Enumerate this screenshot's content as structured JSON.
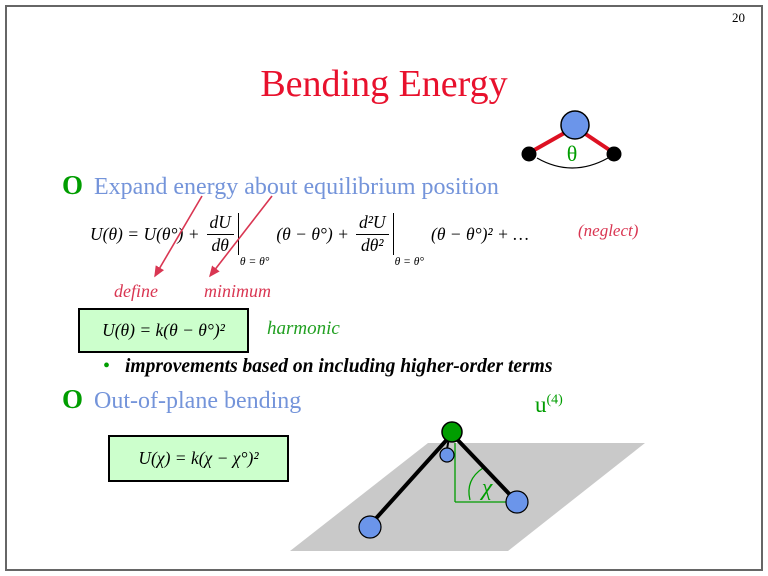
{
  "page": {
    "number": "20"
  },
  "title": "Bending Energy",
  "colors": {
    "title_red": "#e8112d",
    "annotation_red": "#d93652",
    "heading_blue": "#7494da",
    "green": "#009d00",
    "harmonic_green": "#22a022",
    "box_background": "#ccffcc",
    "plane_gray": "#c9c9c9",
    "atom_blue": "#6b95ea",
    "bond_red": "#dd1122"
  },
  "theta_diagram": {
    "angle_label": "θ"
  },
  "section1": {
    "bullet": "O",
    "label": "Expand energy about equilibrium position"
  },
  "taylor_equation": {
    "term1": "U(θ) = U(θ°) +",
    "frac1": {
      "num": "dU",
      "den": "dθ",
      "condition": "θ = θ°"
    },
    "term2": "(θ − θ°) +",
    "frac2": {
      "num": "d²U",
      "den": "dθ²",
      "condition": "θ = θ°"
    },
    "term3": "(θ − θ°)² + …",
    "neglect": "(neglect)"
  },
  "annotations": {
    "define": "define",
    "minimum": "minimum",
    "harmonic": "harmonic"
  },
  "harmonic_box": {
    "equation": "U(θ) = k(θ − θ°)²"
  },
  "improvements_bullet": {
    "marker": "•",
    "text": "improvements based on including higher-order terms"
  },
  "section2": {
    "bullet": "O",
    "label": "Out-of-plane bending",
    "potential_base": "u",
    "potential_sup": "(4)"
  },
  "chi_box": {
    "equation": "U(χ) = k(χ − χ°)²"
  },
  "chi_diagram": {
    "angle_label": "χ"
  }
}
